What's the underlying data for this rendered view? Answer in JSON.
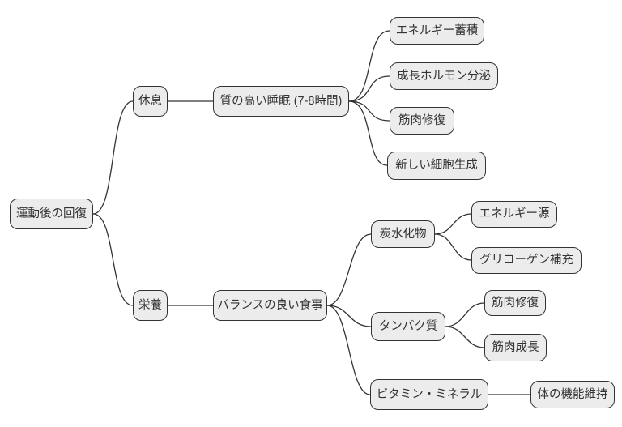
{
  "diagram": {
    "type": "mindmap-flowchart",
    "direction": "left-to-right",
    "colors": {
      "background": "#ffffff",
      "node_fill": "#ececec",
      "node_border": "#333333",
      "edge_stroke": "#333333",
      "text": "#333333"
    },
    "nodes": {
      "root": "運動後の回復",
      "rest": "休息",
      "sleep": "質の高い睡眠 (7-8時間)",
      "sleep_1": "エネルギー蓄積",
      "sleep_2": "成長ホルモン分泌",
      "sleep_3": "筋肉修復",
      "sleep_4": "新しい細胞生成",
      "nutrition": "栄養",
      "meal": "バランスの良い食事",
      "carbs": "炭水化物",
      "carbs_1": "エネルギー源",
      "carbs_2": "グリコーゲン補充",
      "protein": "タンパク質",
      "protein_1": "筋肉修復",
      "protein_2": "筋肉成長",
      "vitamins": "ビタミン・ミネラル",
      "vitamins_1": "体の機能維持"
    },
    "edges": [
      {
        "from": "root",
        "to": "rest"
      },
      {
        "from": "root",
        "to": "nutrition"
      },
      {
        "from": "rest",
        "to": "sleep"
      },
      {
        "from": "sleep",
        "to": "sleep_1"
      },
      {
        "from": "sleep",
        "to": "sleep_2"
      },
      {
        "from": "sleep",
        "to": "sleep_3"
      },
      {
        "from": "sleep",
        "to": "sleep_4"
      },
      {
        "from": "nutrition",
        "to": "meal"
      },
      {
        "from": "meal",
        "to": "carbs"
      },
      {
        "from": "meal",
        "to": "protein"
      },
      {
        "from": "meal",
        "to": "vitamins"
      },
      {
        "from": "carbs",
        "to": "carbs_1"
      },
      {
        "from": "carbs",
        "to": "carbs_2"
      },
      {
        "from": "protein",
        "to": "protein_1"
      },
      {
        "from": "protein",
        "to": "protein_2"
      },
      {
        "from": "vitamins",
        "to": "vitamins_1"
      }
    ]
  }
}
